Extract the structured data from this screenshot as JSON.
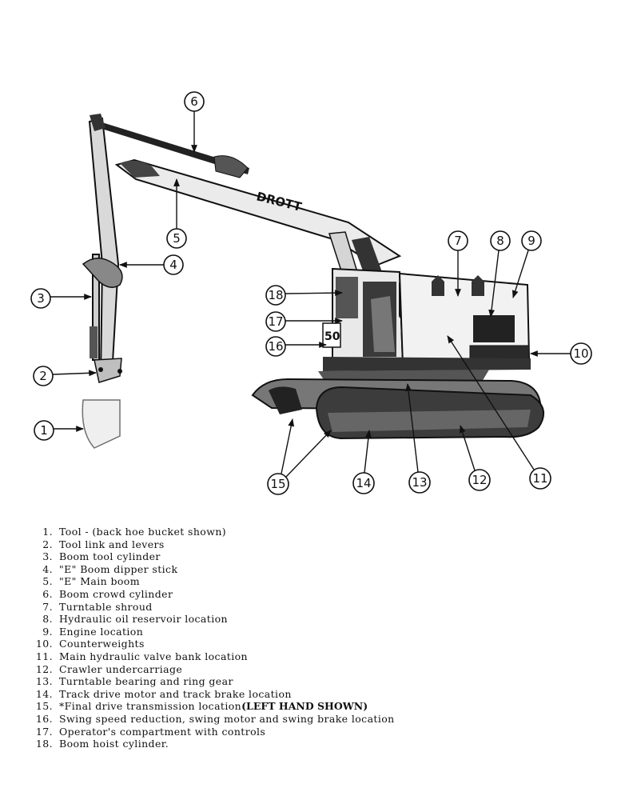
{
  "machine": {
    "brand_text": "DROTT",
    "cab_number": "50"
  },
  "callouts": [
    {
      "id": "c1",
      "label": "1"
    },
    {
      "id": "c2",
      "label": "2"
    },
    {
      "id": "c3",
      "label": "3"
    },
    {
      "id": "c4",
      "label": "4"
    },
    {
      "id": "c5",
      "label": "5"
    },
    {
      "id": "c6",
      "label": "6"
    },
    {
      "id": "c7",
      "label": "7"
    },
    {
      "id": "c8",
      "label": "8"
    },
    {
      "id": "c9",
      "label": "9"
    },
    {
      "id": "c10",
      "label": "10"
    },
    {
      "id": "c11",
      "label": "11"
    },
    {
      "id": "c12",
      "label": "12"
    },
    {
      "id": "c13",
      "label": "13"
    },
    {
      "id": "c14",
      "label": "14"
    },
    {
      "id": "c15",
      "label": "15"
    },
    {
      "id": "c16",
      "label": "16"
    },
    {
      "id": "c17",
      "label": "17"
    },
    {
      "id": "c18",
      "label": "18"
    }
  ],
  "legend": [
    {
      "num": "1.",
      "text": "Tool - (back hoe bucket shown)"
    },
    {
      "num": "2.",
      "text": "Tool link and levers"
    },
    {
      "num": "3.",
      "text": "Boom tool cylinder"
    },
    {
      "num": "4.",
      "text": "\"E\" Boom dipper stick"
    },
    {
      "num": "5.",
      "text": "\"E\" Main boom"
    },
    {
      "num": "6.",
      "text": "Boom crowd cylinder"
    },
    {
      "num": "7.",
      "text": "Turntable shroud"
    },
    {
      "num": "8.",
      "text": "Hydraulic oil reservoir location"
    },
    {
      "num": "9.",
      "text": "Engine location"
    },
    {
      "num": "10.",
      "text": "Counterweights"
    },
    {
      "num": "11.",
      "text": "Main hydraulic valve bank location"
    },
    {
      "num": "12.",
      "text": "Crawler undercarriage"
    },
    {
      "num": "13.",
      "text": "Turntable bearing and ring gear"
    },
    {
      "num": "14.",
      "text": "Track drive motor and track brake location"
    },
    {
      "num": "15.",
      "text": "*Final drive transmission location",
      "emphasis": "(LEFT HAND SHOWN)"
    },
    {
      "num": "16.",
      "text": "Swing speed reduction, swing motor and swing brake location"
    },
    {
      "num": "17.",
      "text": "Operator's compartment with controls"
    },
    {
      "num": "18.",
      "text": "Boom hoist cylinder."
    }
  ]
}
